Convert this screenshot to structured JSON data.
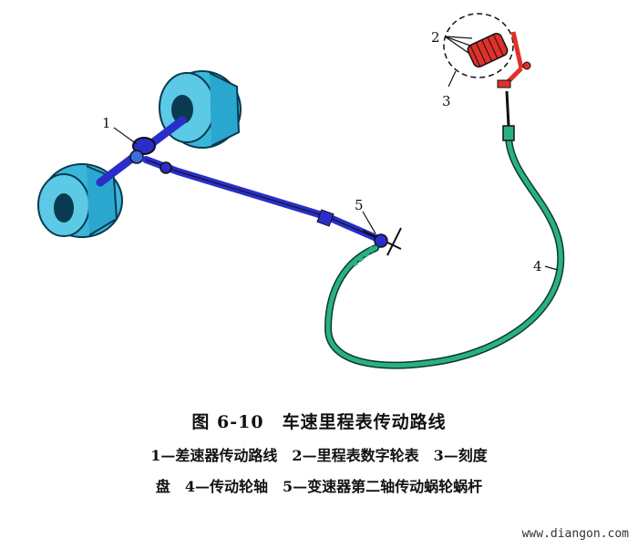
{
  "labels": {
    "l1": "1",
    "l2": "2",
    "l3": "3",
    "l4": "4",
    "l5": "5"
  },
  "caption": {
    "title": "图 6-10　车速里程表传动路线",
    "line1": "1—差速器传动路线　2—里程表数字轮表　3—刻度",
    "line2": "盘　4—传动轮轴　5—变速器第二轴传动蜗轮蜗杆"
  },
  "watermark": "www.diangon.com",
  "colors": {
    "tire": "#39b7d9",
    "tire_dark": "#1a7fa3",
    "shaft": "#2a2ec8",
    "cable": "#2bb083",
    "odometer": "#e0302a"
  }
}
